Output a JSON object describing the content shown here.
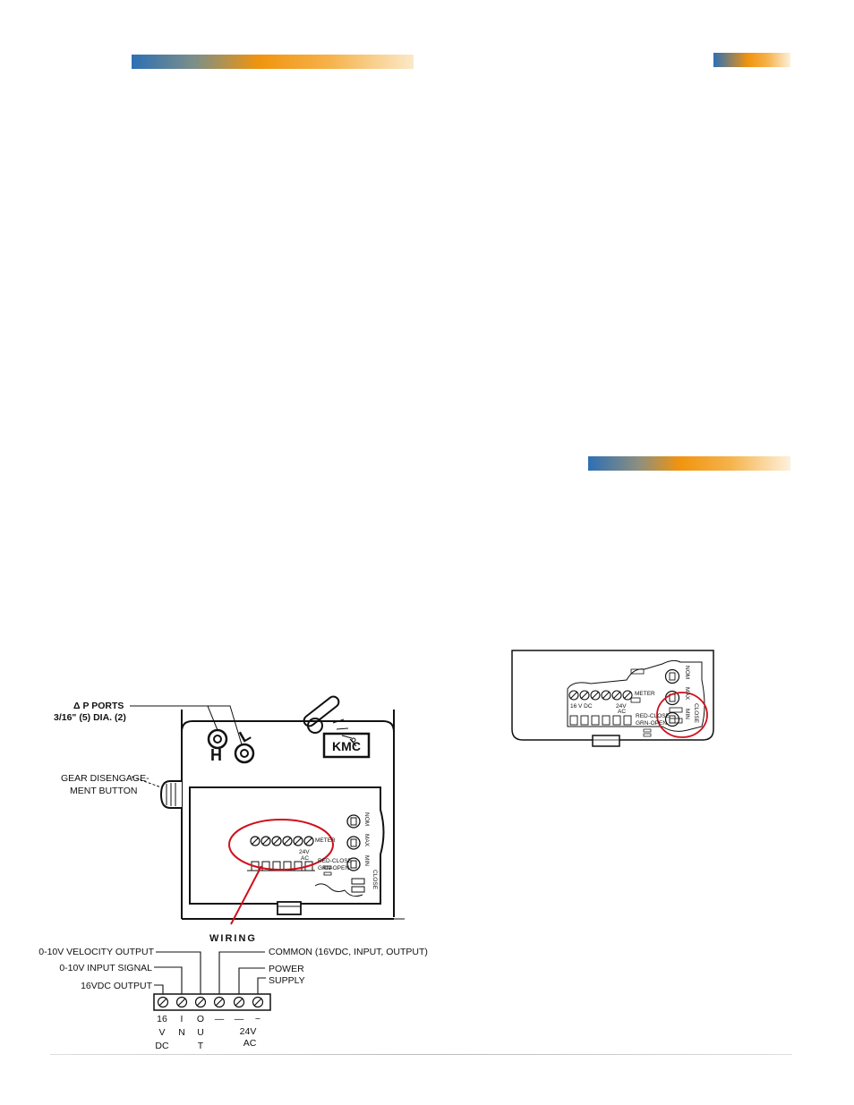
{
  "colors": {
    "accent_blue": "#2e6fb4",
    "accent_orange": "#f0940f",
    "callout_red": "#d0101b"
  },
  "figure_main": {
    "dp_ports_label": "Δ P PORTS",
    "dp_ports_size": "3/16\" (5) DIA. (2)",
    "gear_label_1": "GEAR DISENGAGE-",
    "gear_label_2": "MENT BUTTON",
    "port_h": "H",
    "port_l": "L",
    "brand": "KMC",
    "meter": "METER",
    "red_close": "RED-CLOSE",
    "grn_open": "GRN-OPEN",
    "pot_nom": "NOM",
    "pot_max": "MAX",
    "pot_min": "MIN",
    "jumper_ccw": "CCW",
    "jumper_cw": "CW",
    "close": "CLOSE",
    "volt_24": "24V",
    "ac": "AC"
  },
  "wiring": {
    "title": "WIRING",
    "velocity_output": "0-10V VELOCITY OUTPUT",
    "input_signal": "0-10V INPUT SIGNAL",
    "vdc_output": "16VDC OUTPUT",
    "common": "COMMON (16VDC, INPUT, OUTPUT)",
    "power_1": "POWER",
    "power_2": "SUPPLY",
    "terminals": [
      {
        "l1": "16",
        "l2": "V",
        "l3": "DC"
      },
      {
        "l1": "I",
        "l2": "N",
        "l3": ""
      },
      {
        "l1": "O",
        "l2": "U",
        "l3": "T"
      },
      {
        "l1": "—",
        "l2": "",
        "l3": ""
      },
      {
        "l1": "—",
        "l2": "",
        "l3": ""
      },
      {
        "l1": "~",
        "l2": "",
        "l3": ""
      }
    ],
    "ac_label_1": "24V",
    "ac_label_2": "AC"
  },
  "figure_small": {
    "meter": "METER",
    "red_close": "RED-CLOSE",
    "grn_open": "GRN-OPEN",
    "volt_24": "24V",
    "ac": "AC",
    "dc": "16 V DC",
    "pot_nom": "NOM",
    "pot_max": "MAX",
    "pot_min": "MIN",
    "close": "CLOSE"
  }
}
